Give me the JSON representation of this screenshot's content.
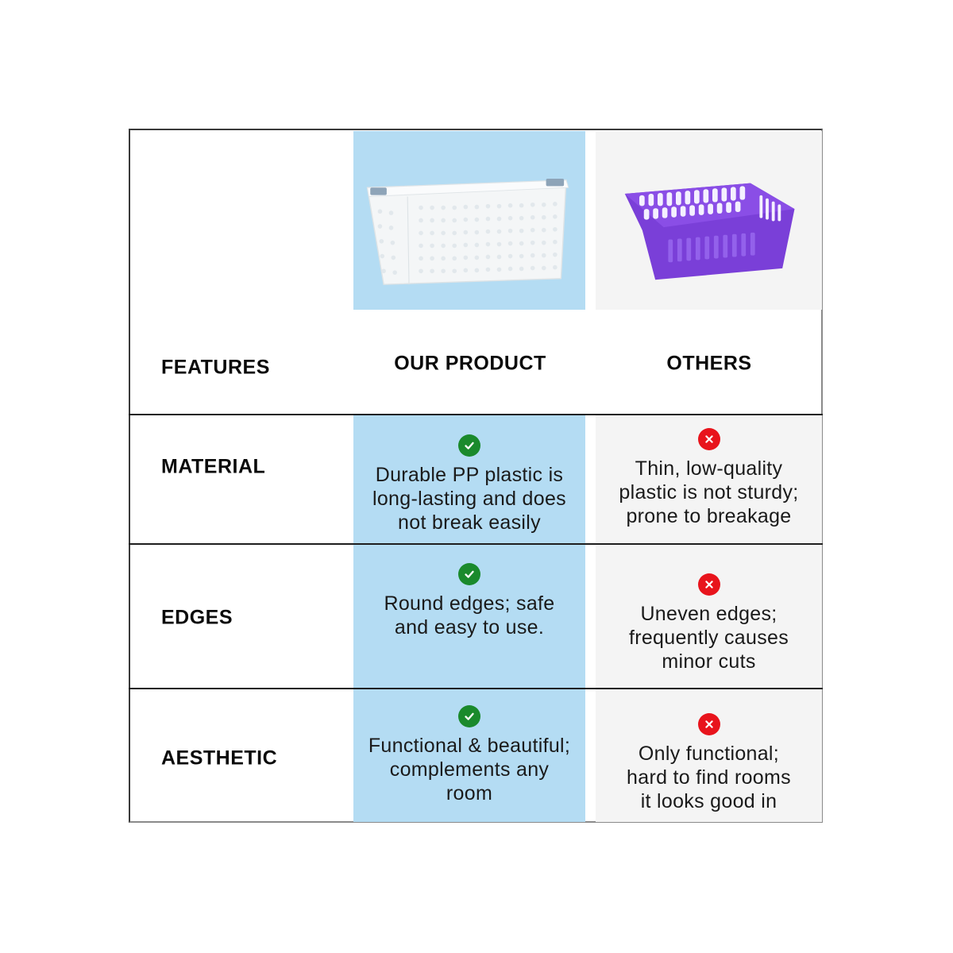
{
  "header": {
    "features_label": "FEATURES",
    "our_product_label": "OUR PRODUCT",
    "others_label": "OTHERS",
    "our_product_image": "white-perforated-storage-basket",
    "others_image": "purple-plastic-basket"
  },
  "colors": {
    "our_product_bg": "#b4dcf3",
    "others_bg": "#f4f4f4",
    "check_green": "#1a8a2c",
    "cross_red": "#e8141c",
    "basket_purple": "#7a3fd8"
  },
  "rows": [
    {
      "feature": "MATERIAL",
      "ours": {
        "icon": "check-icon",
        "text": "Durable PP plastic is\nlong-lasting and does\nnot break easily"
      },
      "others": {
        "icon": "cross-icon",
        "text": "Thin, low-quality\nplastic is not sturdy;\nprone to breakage"
      }
    },
    {
      "feature": "EDGES",
      "ours": {
        "icon": "check-icon",
        "text": "Round edges; safe\nand easy to use."
      },
      "others": {
        "icon": "cross-icon",
        "text": "Uneven edges;\nfrequently causes\nminor cuts"
      }
    },
    {
      "feature": "AESTHETIC",
      "ours": {
        "icon": "check-icon",
        "text": "Functional & beautiful;\ncomplements any\nroom"
      },
      "others": {
        "icon": "cross-icon",
        "text": "Only functional;\nhard to find rooms\nit looks good in"
      }
    }
  ]
}
